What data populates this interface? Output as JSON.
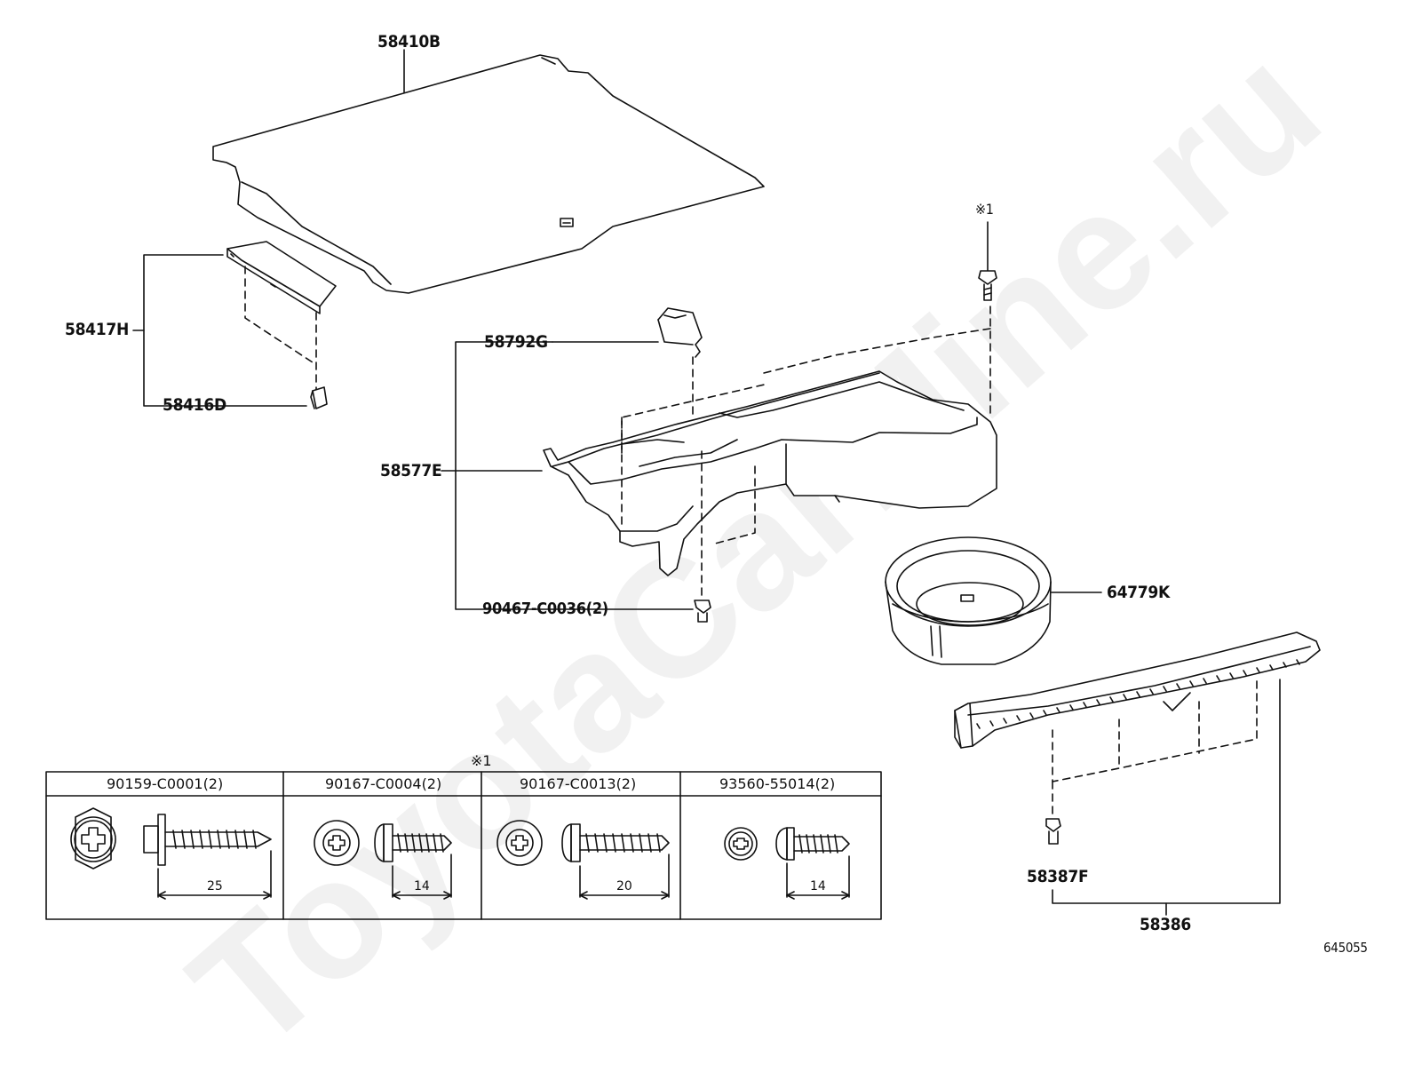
{
  "watermark": "ToyotaCarMine.ru",
  "diagram_code": "645055",
  "mark": "※1",
  "parts": {
    "cover": "58410B",
    "panel_asm": "58417H",
    "clip": "58416D",
    "hook": "58792G",
    "tray": "58577E",
    "clip_screw": "90467-C0036(2)",
    "spare_box": "64779K",
    "scuff_plate": "58386",
    "scuff_clip": "58387F"
  },
  "table": {
    "mark": "※1",
    "columns": [
      {
        "part": "90159-C0001(2)",
        "length": "25"
      },
      {
        "part": "90167-C0004(2)",
        "length": "14"
      },
      {
        "part": "90167-C0013(2)",
        "length": "20"
      },
      {
        "part": "93560-55014(2)",
        "length": "14"
      }
    ]
  }
}
